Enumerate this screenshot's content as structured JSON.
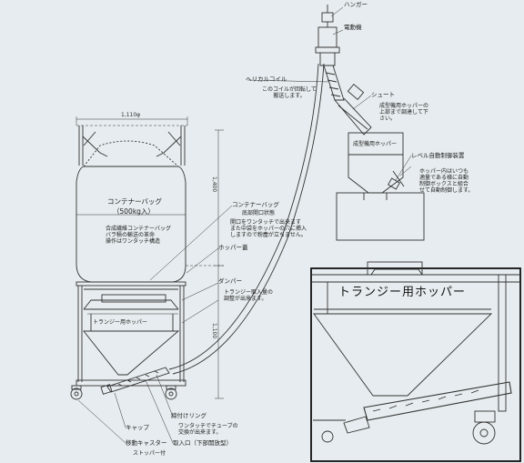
{
  "labels": {
    "hanger": "ハンガー",
    "motor": "電動機",
    "helical_coil": "ヘリカルコイル",
    "helical_coil_note_1": "このコイルが回転して",
    "helical_coil_note_2": "搬送します。",
    "chute": "シュート",
    "chute_note_1": "成型機用ホッパーの",
    "chute_note_2": "上部まで調達して下",
    "chute_note_3": "さい。",
    "molding_hopper": "成型機用ホッパー",
    "level_control": "レベル自動制御装置",
    "level_control_note_1": "ホッパー内はいつも",
    "level_control_note_2": "適量である様に自動",
    "level_control_note_3": "制御ボックスと組合",
    "level_control_note_4": "せて自動制御します。",
    "container_bag": "コンテナーバッグ",
    "container_bag_capacity": "（500kg入）",
    "container_bag_note_1": "合成繊維コンテナーバッグ",
    "container_bag_note_2": "バラ積の輸送の革命",
    "container_bag_note_3": "操作はワンタッチ構造",
    "bag_bottom_open": "コンテナーバッグ",
    "bag_bottom_open_sub": "底部開口状態",
    "bag_bottom_note_1": "開口をワンタッチで出来ます",
    "bag_bottom_note_2": "また中袋をホッパーの穴に挿入",
    "bag_bottom_note_3": "しますので粉塵が立ちません。",
    "hopper_lid": "ホッパー蓋",
    "damper": "ダンパー",
    "damper_note_1": "トランジー取入量の",
    "damper_note_2": "調整が出来ます。",
    "transfer_hopper": "トランジー用ホッパー",
    "clamp_ring": "締付けリング",
    "clamp_ring_note_1": "ワンタッチでチューブの",
    "clamp_ring_note_2": "交換が出来ます。",
    "cap": "キャップ",
    "moving_caster": "移動キャスター",
    "stopper": "ストッパー付",
    "intake": "取入口（下部開放型）"
  },
  "dimensions": {
    "width": "1,110φ",
    "upper_height": "1,400",
    "lower_height": "1,100"
  }
}
